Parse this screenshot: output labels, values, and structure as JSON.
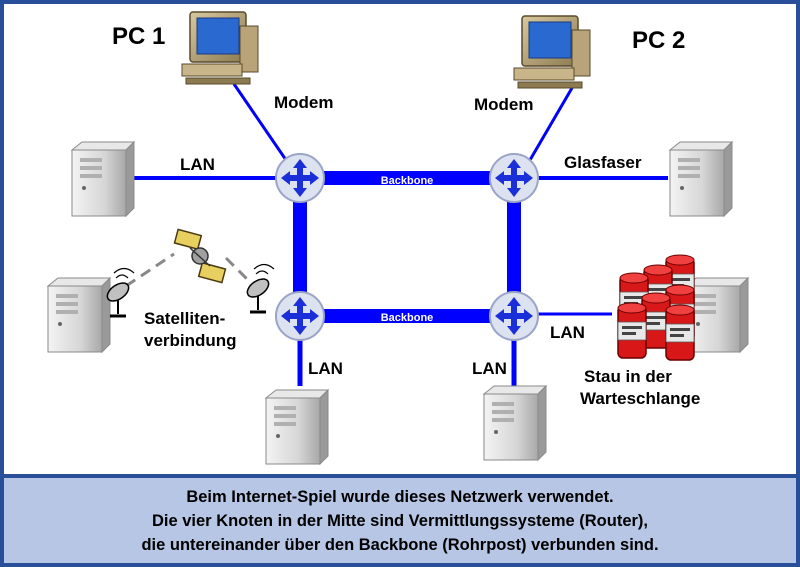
{
  "pcs": {
    "pc1": "PC 1",
    "pc2": "PC 2"
  },
  "links": {
    "modem_left": "Modem",
    "modem_right": "Modem",
    "lan_top_left": "LAN",
    "glasfaser": "Glasfaser",
    "backbone_top": "Backbone",
    "backbone_bottom": "Backbone",
    "satellite_line1": "Satelliten-",
    "satellite_line2": "verbindung",
    "lan_bottom_left": "LAN",
    "lan_bottom_right": "LAN",
    "lan_right": "LAN",
    "queue_line1": "Stau in der",
    "queue_line2": "Warteschlange"
  },
  "caption": {
    "line1": "Beim Internet-Spiel wurde dieses Netzwerk verwendet.",
    "line2": "Die vier Knoten in der Mitte sind Vermittlungssysteme (Router),",
    "line3": "die untereinander über den Backbone (Rohrpost) verbunden sind."
  },
  "colors": {
    "frame": "#2a4f9a",
    "caption_bg": "#b6c6e4",
    "link_blue": "#0000ff",
    "router_fill": "#dde2f0",
    "router_arrow": "#1a2fd8",
    "canister_red": "#d81818"
  }
}
